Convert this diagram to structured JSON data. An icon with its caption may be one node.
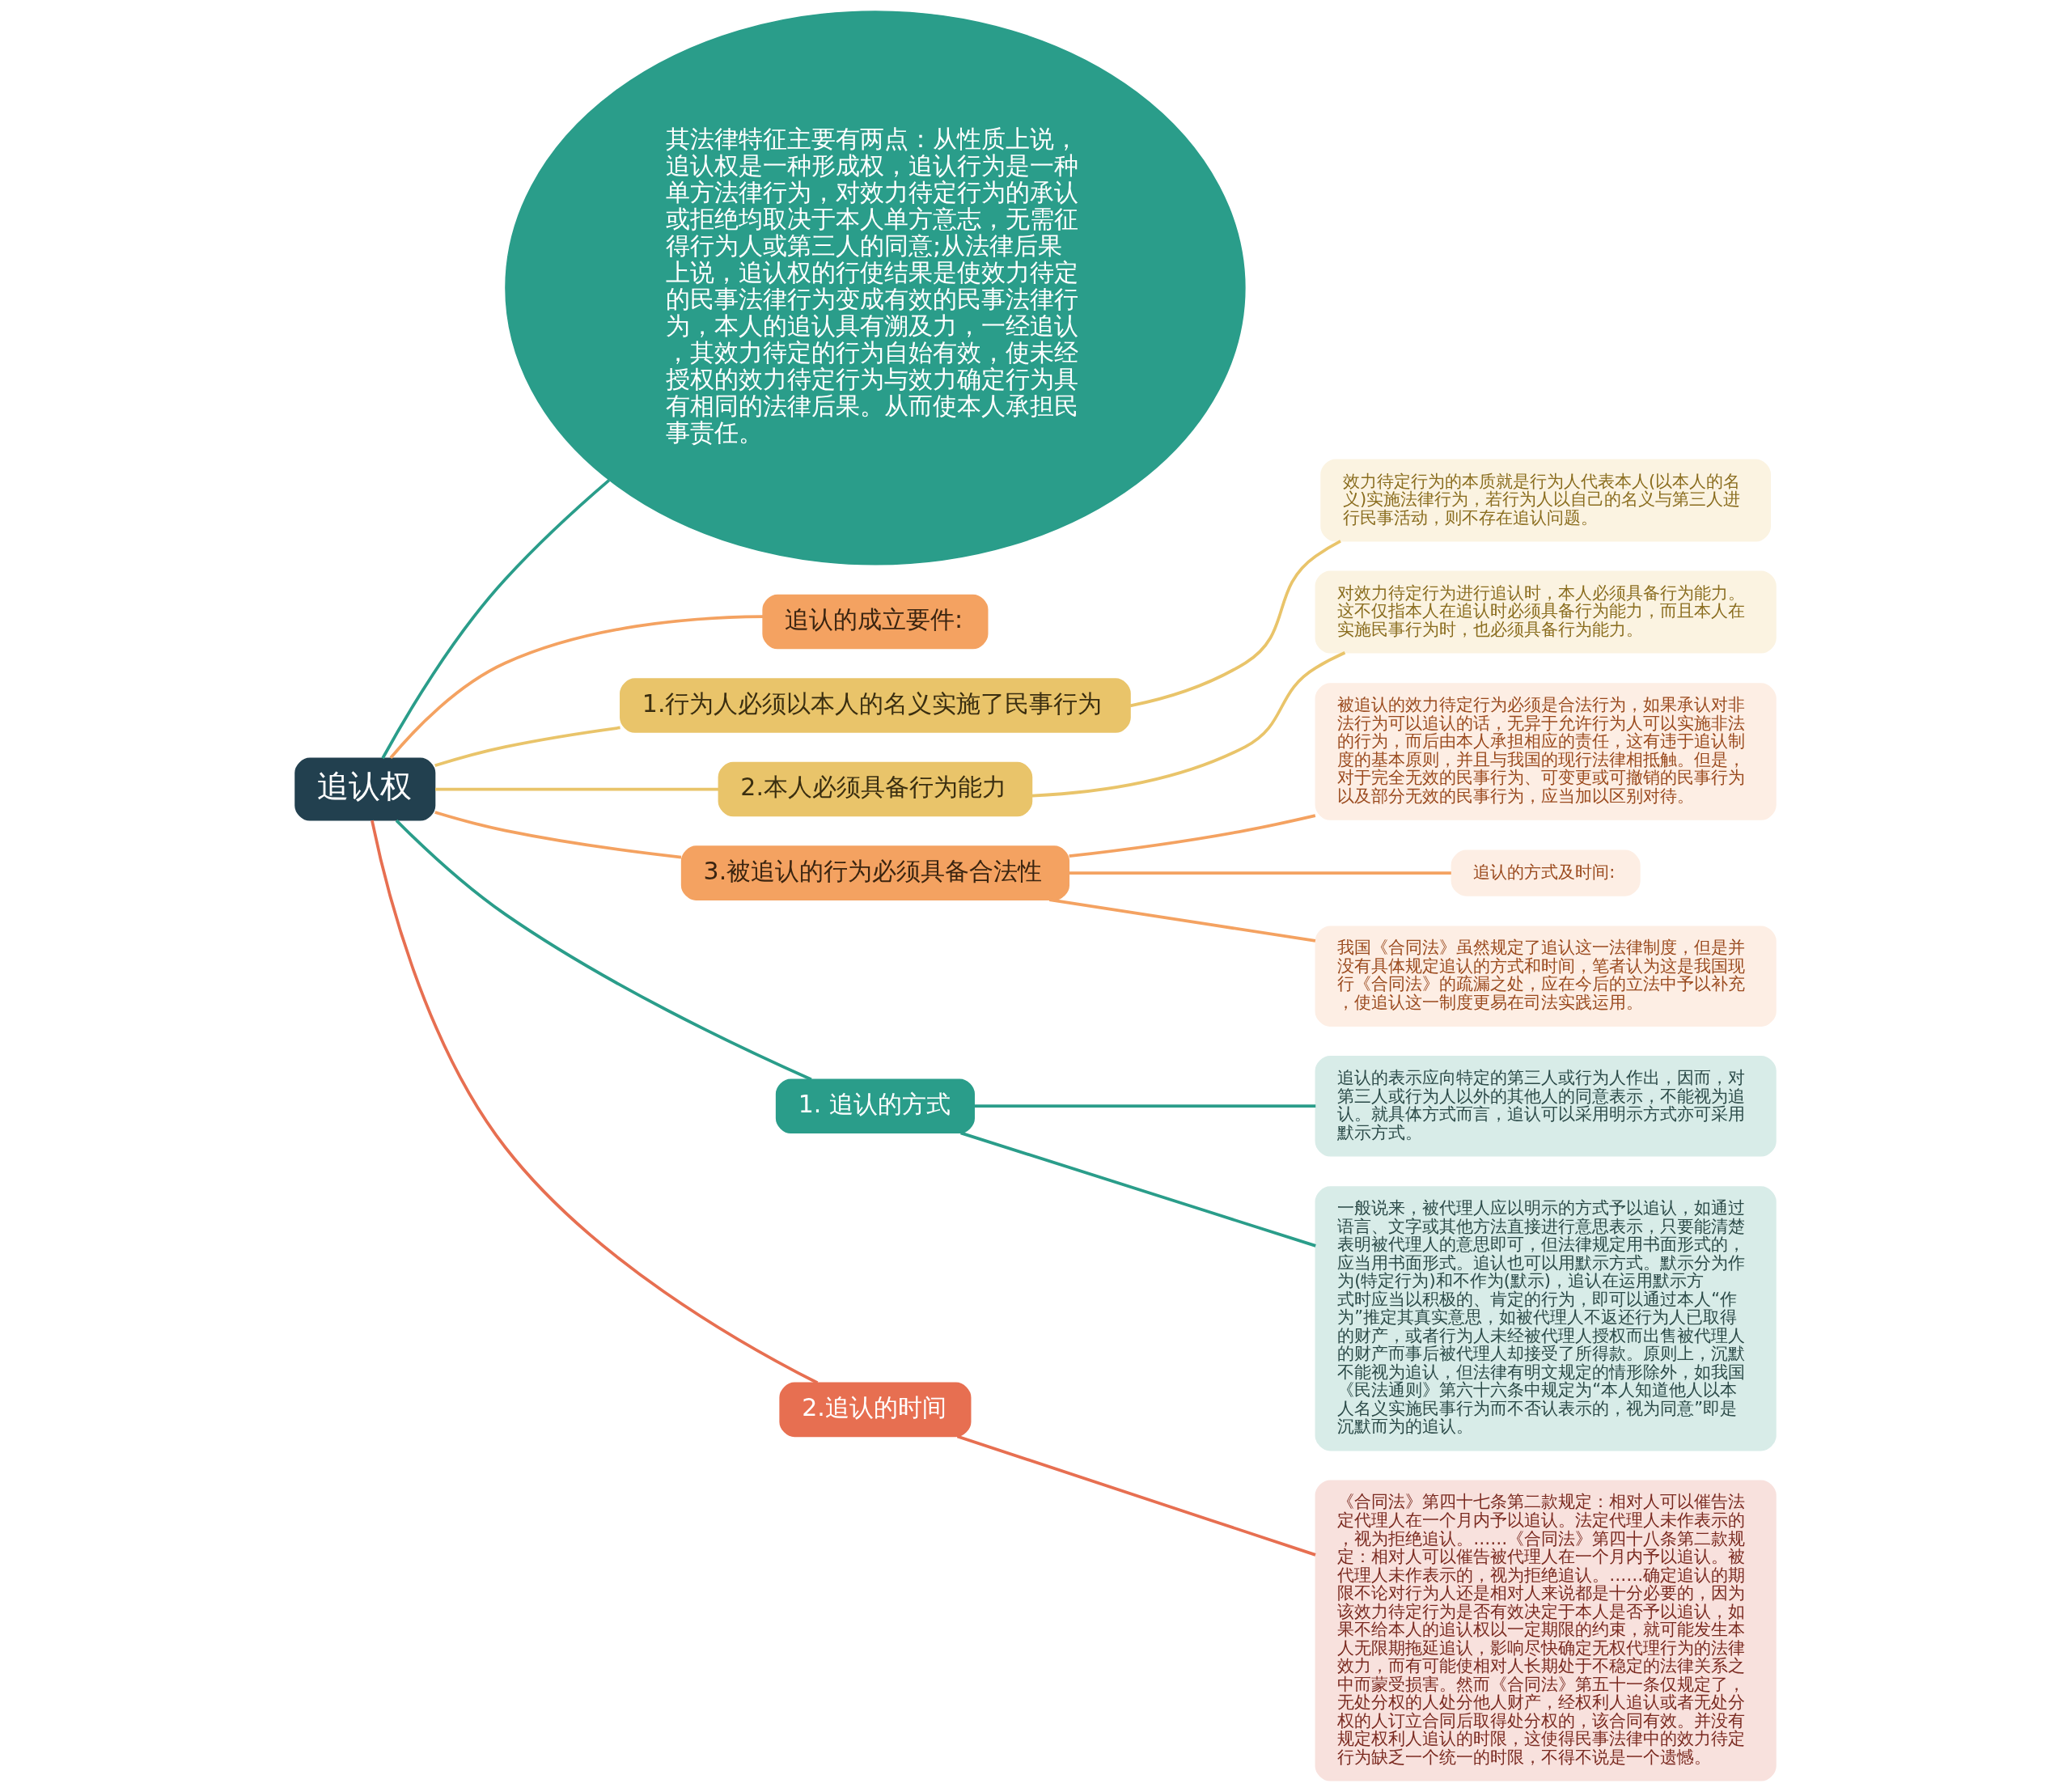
{
  "diagram": {
    "nodes": [
      {
        "text": [
          "追认权"
        ]
      },
      {
        "text": [
          "其法律特征主要有两点：从性质上说，追认权是一种形成权，追认行为是一种单方法律行为，对效力待定行为的承认或拒绝均取决于本人单方意志，无需征得行为人或第三人的同意;从法律后果上说，追认权的行使结果是使效力待定的民事法律行为变成有效的民事法律行为，本人的追认具有溯及力，一经追认，其效力待定的行为自始有效，使未经授权的效力待定行为与效力确定行为具有相同的法律后果。从而使本人承担民事责任。"
        ]
      },
      {
        "text": [
          "追认的成立要件:"
        ]
      },
      {
        "text": [
          "1.行为人必须以本人的名义实施了民事行为"
        ]
      },
      {
        "text": [
          "效力待定行为的本质就是行为人代表本人(以本人的名义)实施法律行为，若行为人以自己的名义与第三人进行民事活动，则不存在追认问题。"
        ]
      },
      {
        "text": [
          "2.本人必须具备行为能力"
        ]
      },
      {
        "text": [
          "对效力待定行为进行追认时，本人必须具备行为能力。这不仅指本人在追认时必须具备行为能力，而且本人在实施民事行为时，也必须具备行为能力。"
        ]
      },
      {
        "text": [
          "3.被追认的行为必须具备合法性"
        ]
      },
      {
        "text": [
          "被追认的效力待定行为必须是合法行为，如果承认对非法行为可以追认的话，无异于允许行为人可以实施非法的行为，而后由本人承担相应的责任，这有违于追认制度的基本原则，并且与我国的现行法律相抵触。但是，对于完全无效的民事行为、可变更或可撤销的民事行为以及部分无效的民事行为，应当加以区别对待。"
        ]
      },
      {
        "text": [
          "追认的方式及时间:"
        ]
      },
      {
        "text": [
          "我国《合同法》虽然规定了追认这一法律制度，但是并没有具体规定追认的方式和时间，笔者认为这是我国现行《合同法》的疏漏之处，应在今后的立法中予以补充，使追认这一制度更易在司法实践运用。"
        ]
      },
      {
        "text": [
          "1. 追认的方式"
        ]
      },
      {
        "text": [
          "追认的表示应向特定的第三人或行为人作出，因而，对第三人或行为人以外的其他人的同意表示，不能视为追认。就具体方式而言，追认可以采用明示方式亦可采用默示方式。"
        ]
      },
      {
        "text": [
          "一般说来，被代理人应以明示的方式予以追认，如通过语言、文字或其他方法直接进行意思表示，只要能清楚表明被代理人的意思即可，但法律规定用书面形式的，应当用书面形式。追认也可以用默示方式。默示分为作为(特定行为)和不作为(默示)，追认在运用默示方式时应当以积极的、肯定的行为，即可以通过本人“作为”推定其真实意思，如被代理人不返还行为人已取得的财产，或者行为人未经被代理人授权而出售被代理人的财产而事后被代理人却接受了所得款。原则上，沉默不能视为追认，但法律有明文规定的情形除外，如我国《民法通则》第六十六条中规定为“本人知道他人以本人名义实施民事行为而不否认表示的，视为同意”即是沉默而为的追认。"
        ]
      },
      {
        "text": [
          "2.追认的时间"
        ]
      },
      {
        "text": [
          "《合同法》第四十七条第二款规定：相对人可以催告法定代理人在一个月内予以追认。法定代理人未作表示的，视为拒绝追认。……《合同法》第四十八条第二款规定：相对人可以催告被代理人在一个月内予以追认。被代理人未作表示的，视为拒绝追认。……确定追认的期限不论对行为人还是相对人来说都是十分必要的，因为该效力待定行为是否有效决定于本人是否予以追认，如果不给本人的追认权以一定期限的约束，就可能发生本人无限期拖延追认，影响尽快确定无权代理行为的法律效力，而有可能使相对人长期处于不稳定的法律关系之中而蒙受损害。然而《合同法》第五十一条仅规定了，无处分权的人处分他人财产，经权利人追认或者无处分权的人订立合同后取得处分权的，该合同有效。并没有规定权利人追认的时限，这使得民事法律中的效力待定行为缺乏一个统一的时限，不得不说是一个遗憾。"
        ]
      }
    ],
    "edges": [
      {
        "from": 0,
        "to": 1,
        "arrow": "none",
        "color": "#2a9d8a"
      },
      {
        "from": 0,
        "to": 2,
        "arrow": "none",
        "color": "#f4a261"
      },
      {
        "from": 0,
        "to": 3,
        "arrow": "none",
        "color": "#e9c46a"
      },
      {
        "from": 3,
        "to": 4,
        "arrow": "none",
        "color": "#e9c46a"
      },
      {
        "from": 0,
        "to": 5,
        "arrow": "none",
        "color": "#e9c46a"
      },
      {
        "from": 5,
        "to": 6,
        "arrow": "none",
        "color": "#e9c46a"
      },
      {
        "from": 0,
        "to": 7,
        "arrow": "none",
        "color": "#f4a261"
      },
      {
        "from": 7,
        "to": 8,
        "arrow": "none",
        "color": "#f4a261"
      },
      {
        "from": 7,
        "to": 9,
        "arrow": "none",
        "color": "#f4a261"
      },
      {
        "from": 7,
        "to": 10,
        "arrow": "none",
        "color": "#f4a261"
      },
      {
        "from": 0,
        "to": 11,
        "arrow": "none",
        "color": "#2a9d8a"
      },
      {
        "from": 11,
        "to": 12,
        "arrow": "none",
        "color": "#2a9d8a"
      },
      {
        "from": 11,
        "to": 13,
        "arrow": "none",
        "color": "#2a9d8a"
      },
      {
        "from": 0,
        "to": 14,
        "arrow": "none",
        "color": "#e76f51"
      },
      {
        "from": 14,
        "to": 15,
        "arrow": "none",
        "color": "#e76f51"
      }
    ]
  }
}
